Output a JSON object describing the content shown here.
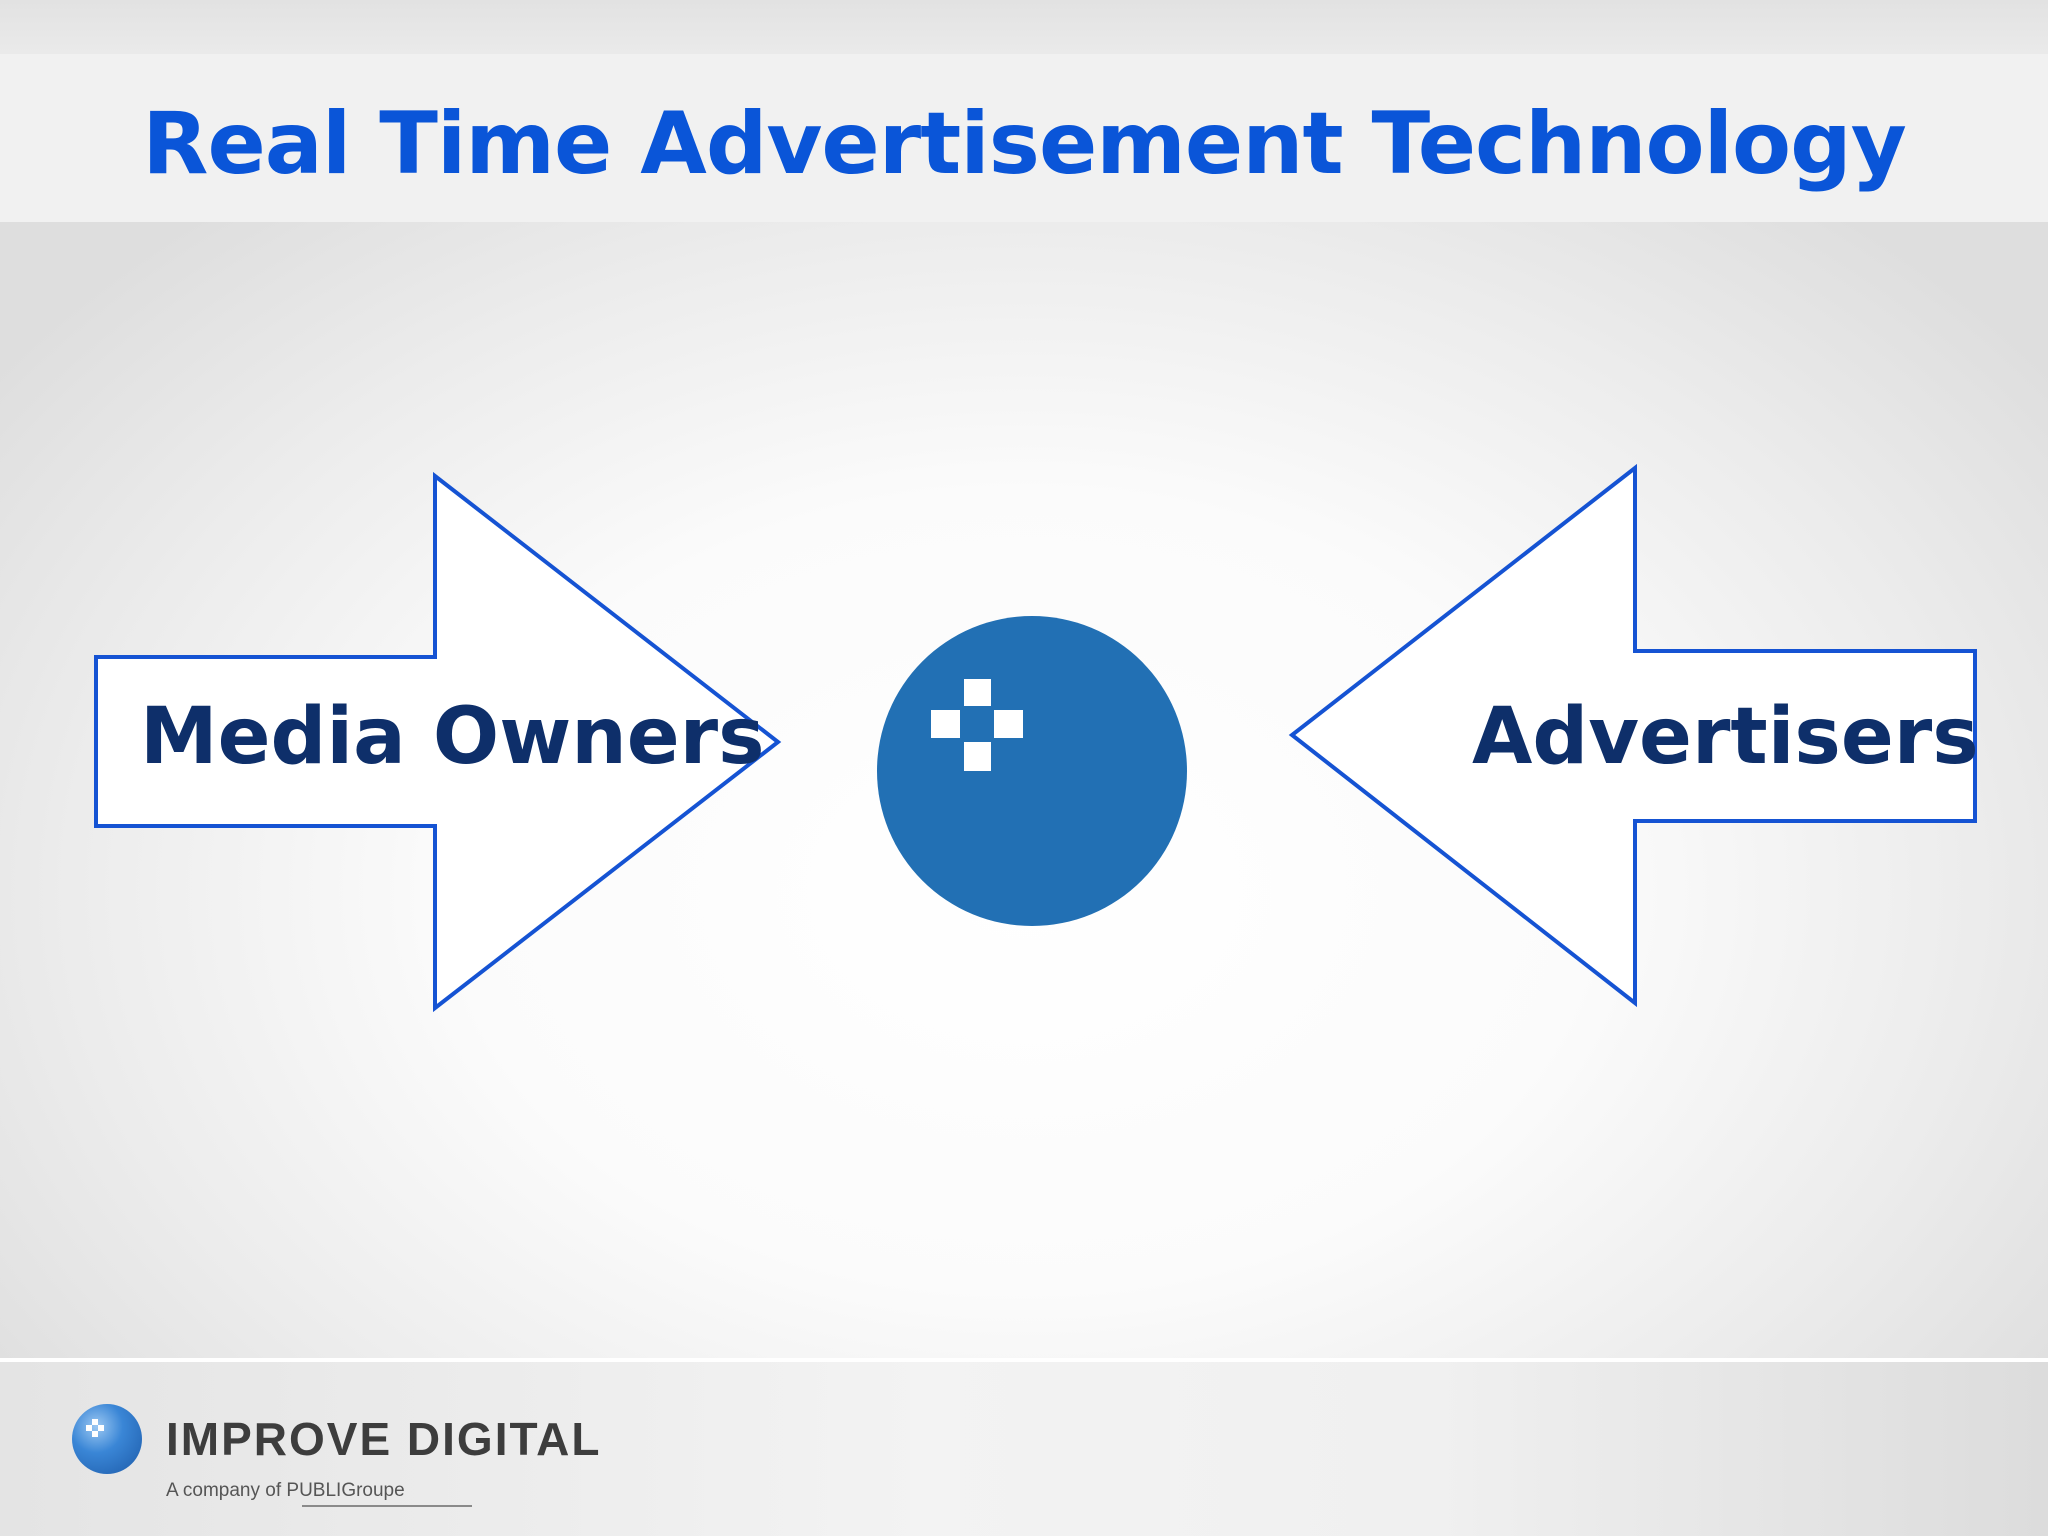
{
  "slide": {
    "title": "Real Time Advertisement Technology"
  },
  "diagram": {
    "left_arrow": {
      "label": "Media Owners",
      "direction": "right"
    },
    "right_arrow": {
      "label": "Advertisers",
      "direction": "left"
    },
    "center_logo": {
      "icon": "improve-digital-logo-icon"
    }
  },
  "footer": {
    "brand": "IMPROVE DIGITAL",
    "tagline": "A company of PUBLIGroupe"
  },
  "colors": {
    "title": "#0a55d8",
    "arrow_outline": "#1553d3",
    "arrow_fill": "#ffffff",
    "arrow_text": "#0e2f6a",
    "circle": "#2270b4",
    "footer_text": "#3d3d3d"
  }
}
